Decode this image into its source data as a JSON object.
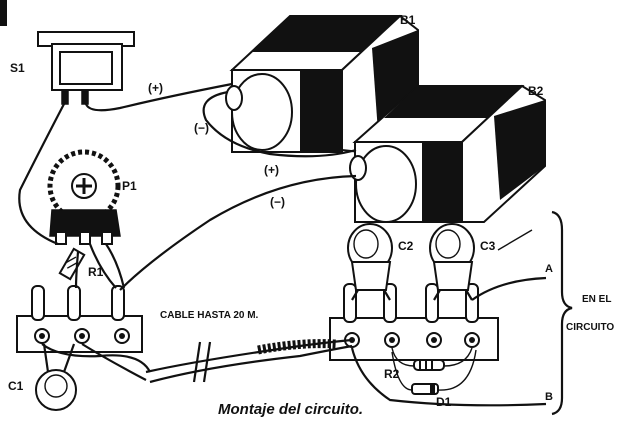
{
  "labels": {
    "s1": "S1",
    "b1": "B1",
    "b2": "B2",
    "p1": "P1",
    "r1": "R1",
    "c1": "C1",
    "c2": "C2",
    "c3": "C3",
    "r2": "R2",
    "d1": "D1",
    "a": "A",
    "b": "B",
    "plus_b1": "(+)",
    "minus_b1": "(−)",
    "plus_b2": "(+)",
    "minus_b2": "(−)",
    "cable": "CABLE HASTA 20 M.",
    "en_el": "EN EL",
    "circuito": "CIRCUITO"
  },
  "caption": "Montaje del circuito."
}
